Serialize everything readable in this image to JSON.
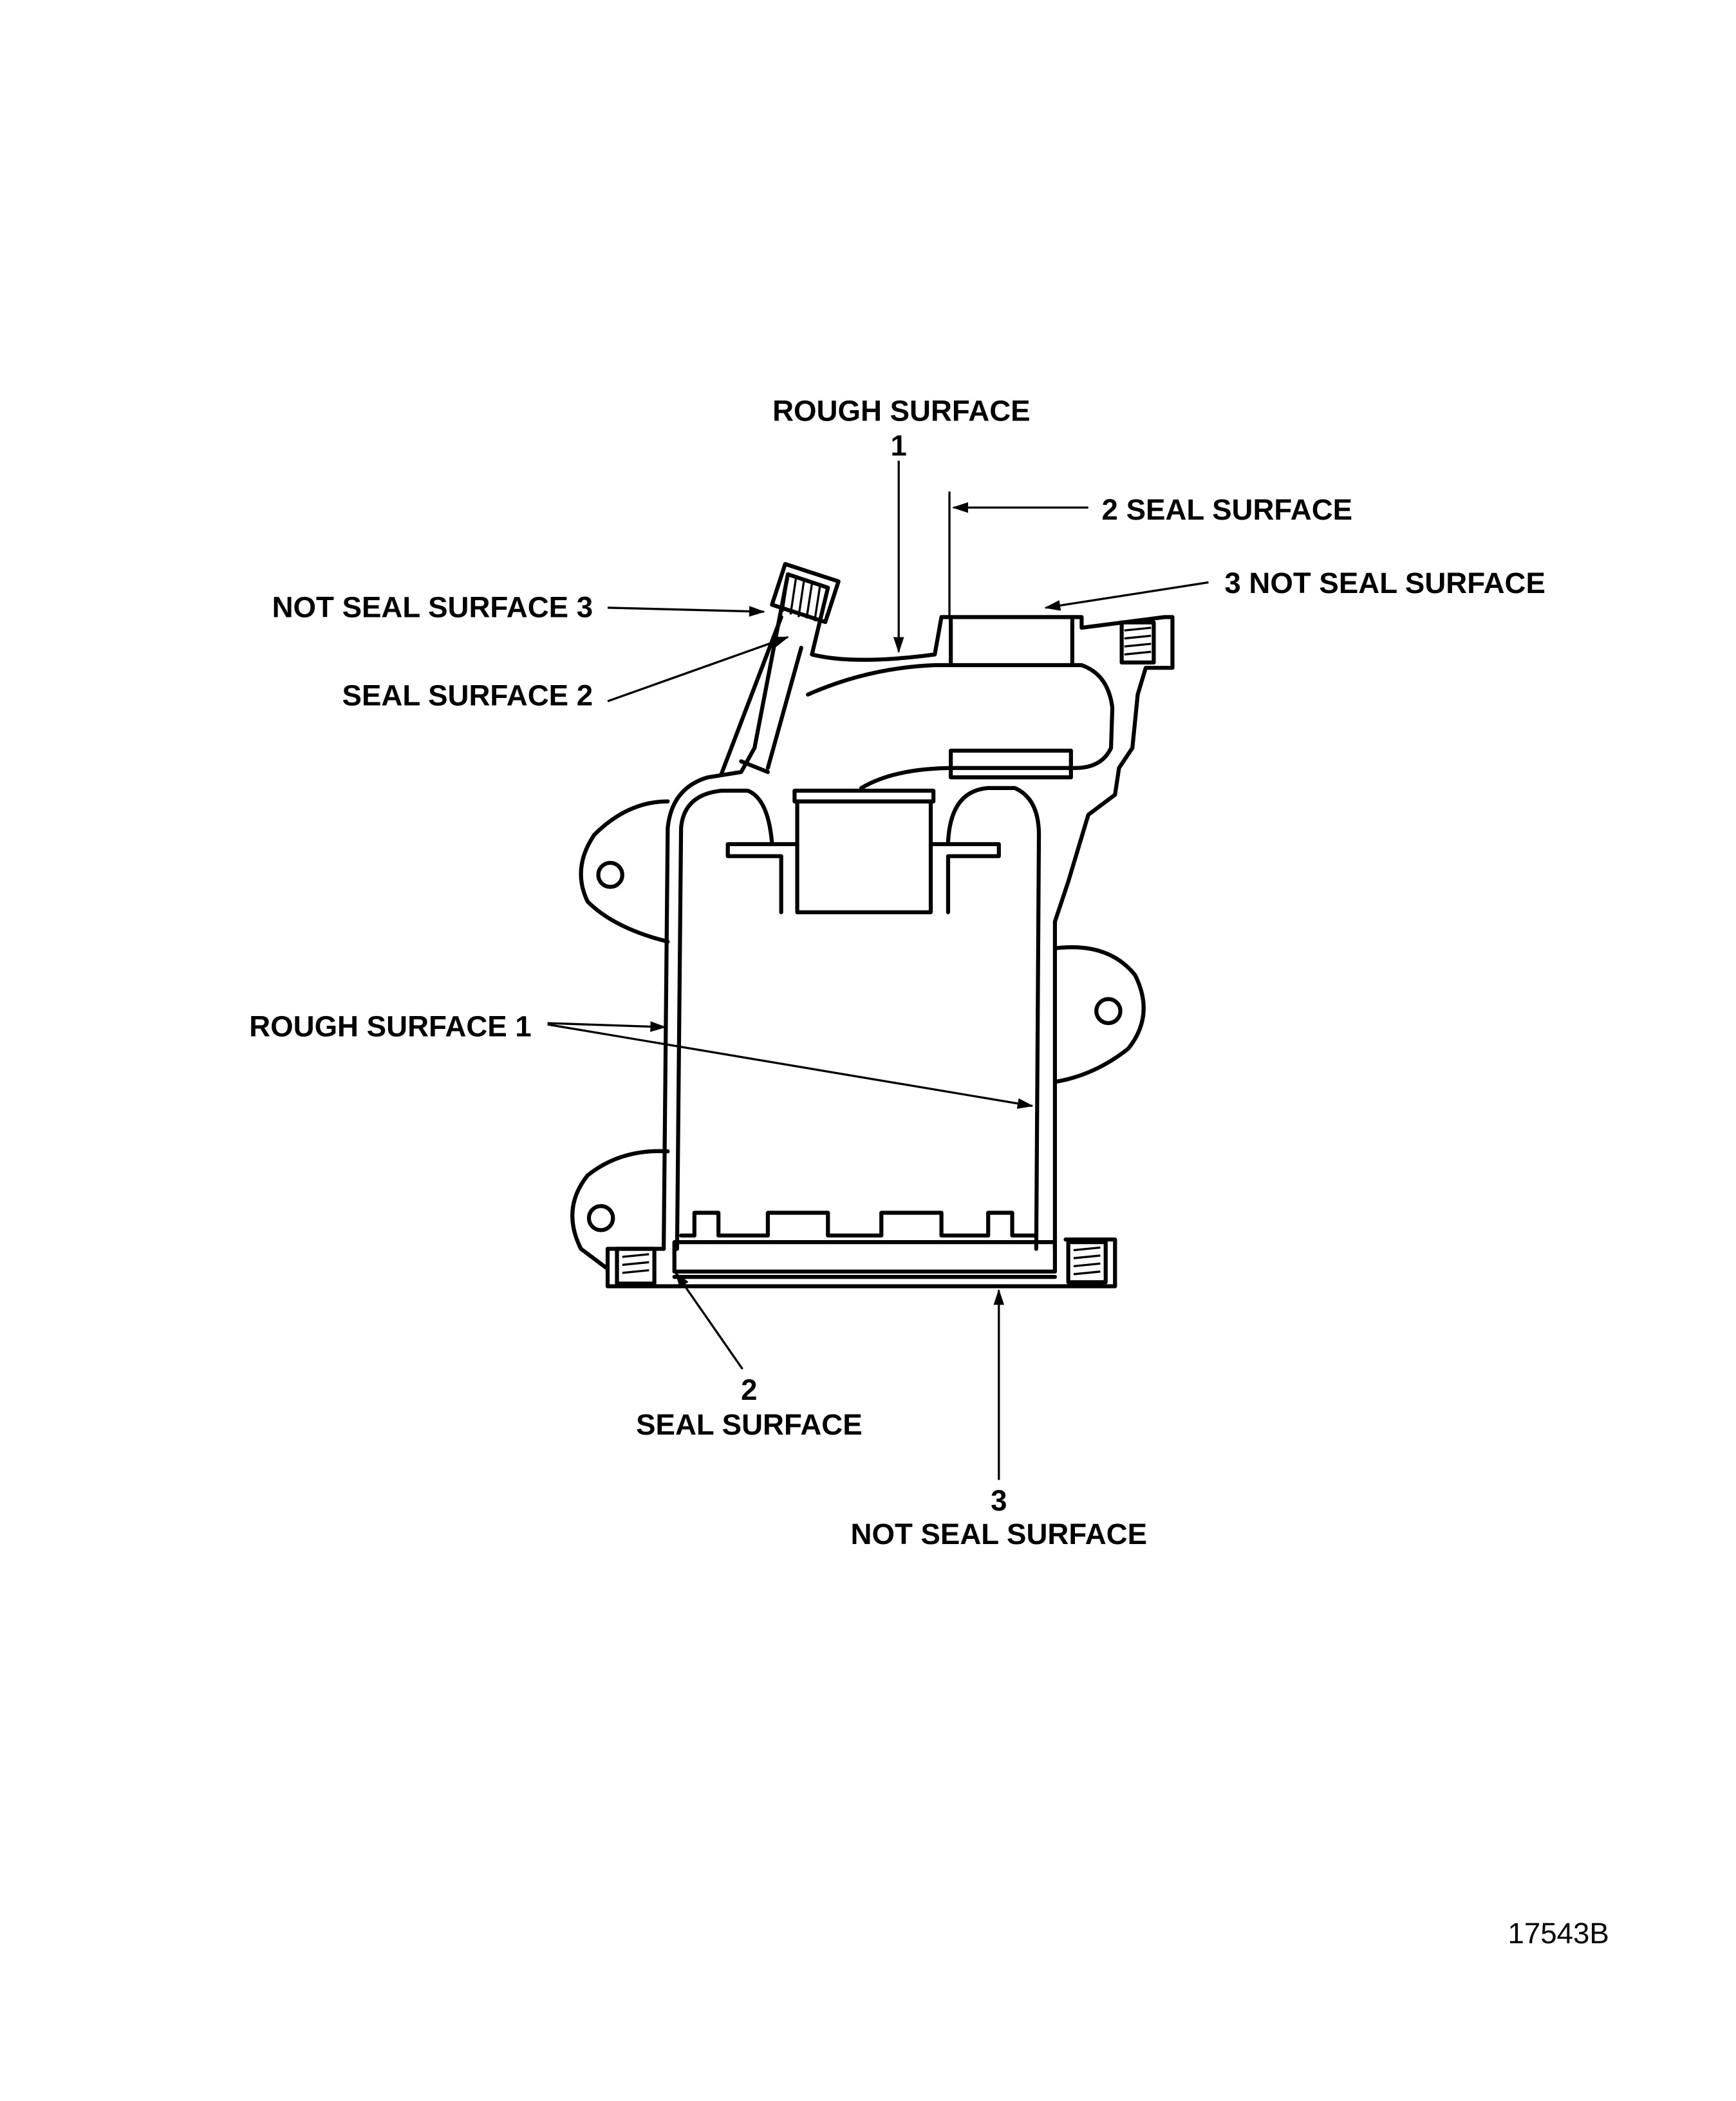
{
  "labels": {
    "top_rough_surface": "ROUGH SURFACE",
    "top_rough_surface_num": "1",
    "top_seal_surface": "2 SEAL SURFACE",
    "top_not_seal_surface": "3 NOT SEAL SURFACE",
    "left_not_seal_surface": "NOT SEAL SURFACE 3",
    "left_seal_surface": "SEAL SURFACE 2",
    "left_rough_surface": "ROUGH SURFACE 1",
    "bottom_seal_surface_num": "2",
    "bottom_seal_surface": "SEAL SURFACE",
    "bottom_not_seal_surface_num": "3",
    "bottom_not_seal_surface": "NOT SEAL SURFACE"
  },
  "figure_number": "17543B"
}
